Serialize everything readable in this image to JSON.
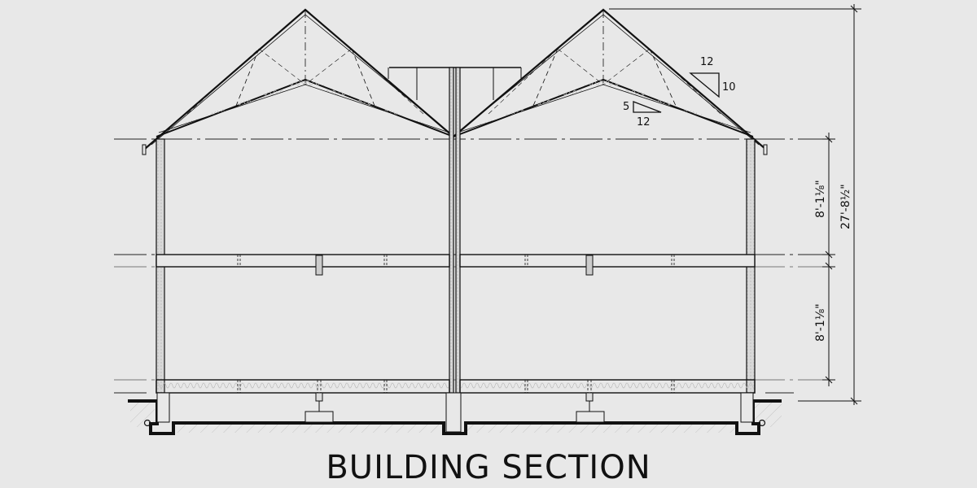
{
  "title": "BUILDING SECTION",
  "colors": {
    "background": "#e8e8e8",
    "line": "#111111",
    "insulation": "#bbbbbb",
    "hatch": "#b5b5b5"
  },
  "roof": {
    "main_pitch": {
      "rise": "10",
      "run": "12"
    },
    "ceiling_pitch": {
      "rise": "5",
      "run": "12"
    }
  },
  "dimensions": {
    "upper_floor_height": "8'-1⅛\"",
    "lower_floor_height": "8'-1⅛\"",
    "overall_height": "27'-8½\""
  }
}
